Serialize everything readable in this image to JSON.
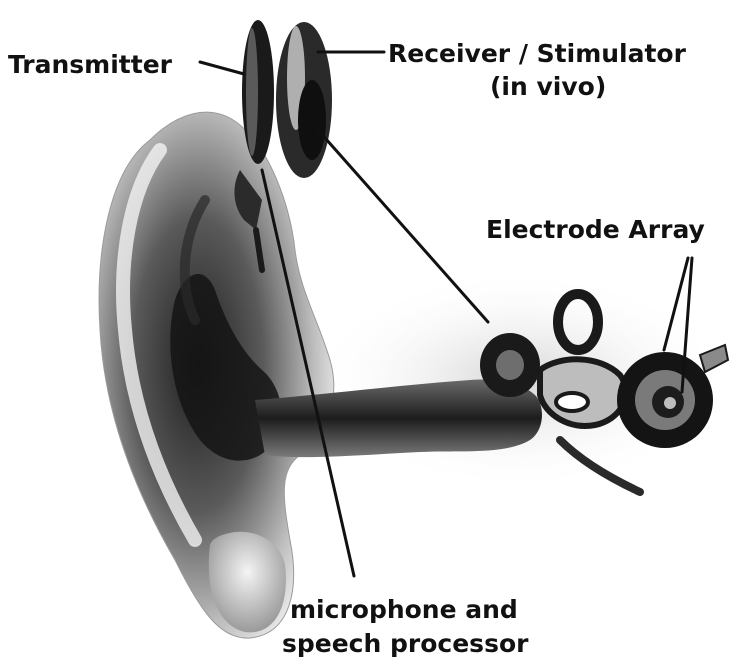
{
  "labels": {
    "transmitter": "Transmitter",
    "receiver_line1": "Receiver / Stimulator",
    "receiver_line2": "(in vivo)",
    "electrode": "Electrode Array",
    "mic_line1": "microphone and",
    "mic_line2": "speech processor"
  },
  "colors": {
    "ink": "#111111",
    "dark": "#1a1a1a",
    "mid": "#8c8c8c",
    "light": "#d9d9d9",
    "paper": "#ffffff"
  }
}
